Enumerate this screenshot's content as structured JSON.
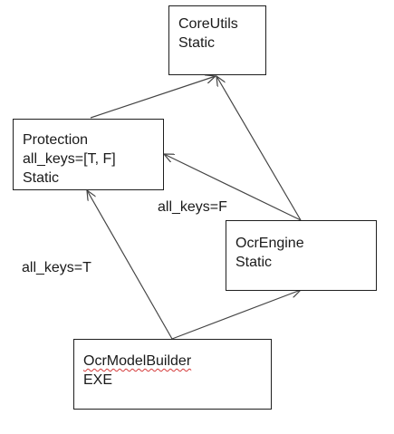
{
  "nodes": {
    "core_utils": {
      "lines": [
        "CoreUtils",
        "Static"
      ]
    },
    "protection": {
      "lines": [
        "Protection",
        "all_keys=[T, F]",
        "Static"
      ]
    },
    "ocr_engine": {
      "lines": [
        "OcrEngine",
        "Static"
      ]
    },
    "ocr_model_builder": {
      "lines": [
        "OcrModelBuilder",
        "EXE"
      ]
    }
  },
  "edges": [
    {
      "from": "protection",
      "to": "core_utils",
      "label": ""
    },
    {
      "from": "ocr_engine",
      "to": "core_utils",
      "label": ""
    },
    {
      "from": "ocr_engine",
      "to": "protection",
      "label": "all_keys=F"
    },
    {
      "from": "ocr_model_builder",
      "to": "protection",
      "label": "all_keys=T"
    },
    {
      "from": "ocr_model_builder",
      "to": "ocr_engine",
      "label": ""
    }
  ],
  "colors": {
    "line": "#444444",
    "border": "#1f1f1f",
    "spellcheck": "#d43a3a"
  }
}
